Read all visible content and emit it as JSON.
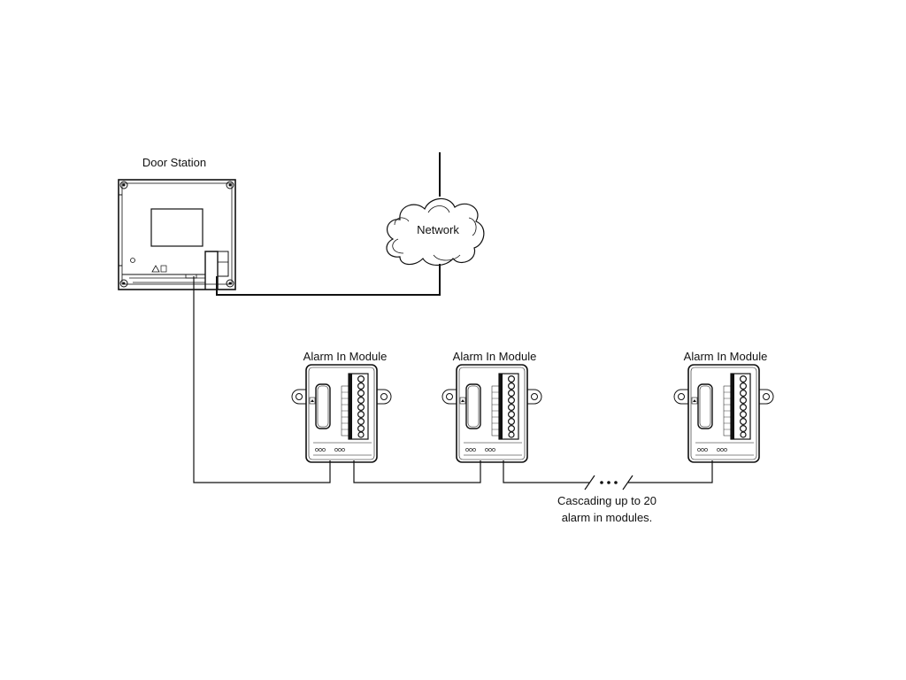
{
  "door_station": {
    "label": "Door Station"
  },
  "network": {
    "label": "Network"
  },
  "modules": [
    {
      "label": "Alarm In Module"
    },
    {
      "label": "Alarm In Module"
    },
    {
      "label": "Alarm In Module"
    }
  ],
  "cascade_note": {
    "line1": "Cascading up to 20",
    "line2": "alarm in modules."
  }
}
